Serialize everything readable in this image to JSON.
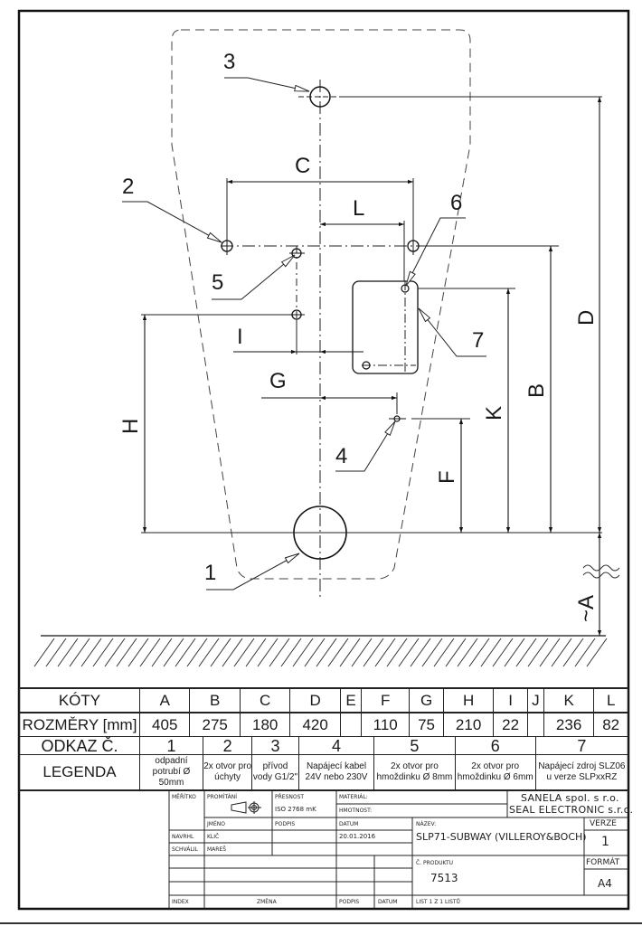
{
  "drawing": {
    "position_labels": [
      "1",
      "2",
      "3",
      "4",
      "5",
      "6",
      "7"
    ],
    "dimension_labels": {
      "A": "~A",
      "B": "B",
      "C": "C",
      "D": "D",
      "F": "F",
      "G": "G",
      "H": "H",
      "I": "I",
      "K": "K",
      "L": "L"
    }
  },
  "dimensions_table": {
    "header_label": "KÓTY",
    "values_label": "ROZMĚRY [mm]",
    "columns": [
      {
        "key": "A",
        "value": "405"
      },
      {
        "key": "B",
        "value": "275"
      },
      {
        "key": "C",
        "value": "180"
      },
      {
        "key": "D",
        "value": "420"
      },
      {
        "key": "E",
        "value": ""
      },
      {
        "key": "F",
        "value": "110"
      },
      {
        "key": "G",
        "value": "75"
      },
      {
        "key": "H",
        "value": "210"
      },
      {
        "key": "I",
        "value": "22"
      },
      {
        "key": "J",
        "value": ""
      },
      {
        "key": "K",
        "value": "236"
      },
      {
        "key": "L",
        "value": "82"
      }
    ]
  },
  "legend_table": {
    "header_label": "ODKAZ Č.",
    "legend_label": "LEGENDA",
    "items": [
      {
        "num": "1",
        "text": "odpadní potrubí Ø 50mm"
      },
      {
        "num": "2",
        "text": "2x otvor pro úchyty"
      },
      {
        "num": "3",
        "text": "přívod vody G1/2\""
      },
      {
        "num": "4",
        "text": "Napájecí kabel 24V nebo 230V"
      },
      {
        "num": "5",
        "text": "2x otvor pro hmoždinku Ø 8mm"
      },
      {
        "num": "6",
        "text": "2x otvor pro hmoždinku Ø 6mm"
      },
      {
        "num": "7",
        "text": "Napájecí zdroj SLZ06 u verze SLPxxRZ"
      }
    ]
  },
  "title_block": {
    "meritko_label": "MĚŘÍTKO",
    "promitani_label": "PROMÍTÁNÍ",
    "presnost_label": "PŘESNOST",
    "presnost_value": "ISO 2768 mK",
    "material_label": "MATERIÁL:",
    "hmotnost_label": "HMOTNOST:",
    "company_line1": "SANELA spol. s r.o.",
    "company_line2": "SEAL ELECTRONIC s.r.o.",
    "jmeno_label": "JMÉNO",
    "podpis_label": "PODPIS",
    "datum_label": "DATUM",
    "nazev_label": "NÁZEV:",
    "nazev_value": "SLP71-SUBWAY (VILLEROY&BOCH)",
    "verze_label": "VERZE",
    "verze_value": "1",
    "navrhl_label": "NAVRHL",
    "navrhl_value": "KLIČ",
    "navrhl_date": "20.01.2016",
    "schvalil_label": "SCHVÁLIL",
    "schvalil_value": "MAREŠ",
    "produkt_label": "Č. PRODUKTU",
    "produkt_value": "7513",
    "format_label": "FORMÁT",
    "format_value": "A4",
    "index_label": "INDEX",
    "zmena_label": "ZMĚNA",
    "podpis2_label": "PODPIS",
    "datum2_label": "DATUM",
    "list_label": "LIST 1 Z 1 LISTŮ"
  }
}
